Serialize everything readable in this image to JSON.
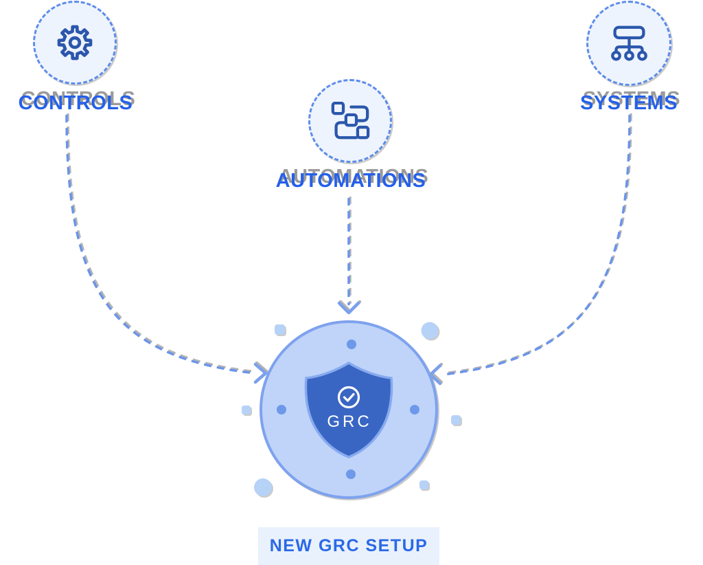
{
  "diagram_title": "GRC setup diagram",
  "nodes": [
    {
      "label": "CONTROLS",
      "icon": "gear-icon"
    },
    {
      "label": "AUTOMATIONS",
      "icon": "workflow-icon"
    },
    {
      "label": "SYSTEMS",
      "icon": "sitemap-icon"
    }
  ],
  "hub": {
    "label": "GRC",
    "icon": "shield-icon",
    "status_icon": "check-circle-icon"
  },
  "badge": {
    "label": "NEW GRC SETUP"
  },
  "colors": {
    "label_blue": "#2560E9",
    "icon_stroke": "#2B57AC",
    "dash_line": "#6B94E9",
    "node_fill": "#EEF4FD",
    "node_dash": "#5E8CEA",
    "hub_fill": "#BFD4F8",
    "hub_ring": "#7EA2EE",
    "hub_dots": "#6E98EA",
    "shield_fill": "#3A66C3",
    "shield_stroke": "#87AAEF",
    "decor_blue": "#B7D2F7",
    "badge_bg": "#E9F1FD",
    "badge_text": "#2A69E6"
  }
}
